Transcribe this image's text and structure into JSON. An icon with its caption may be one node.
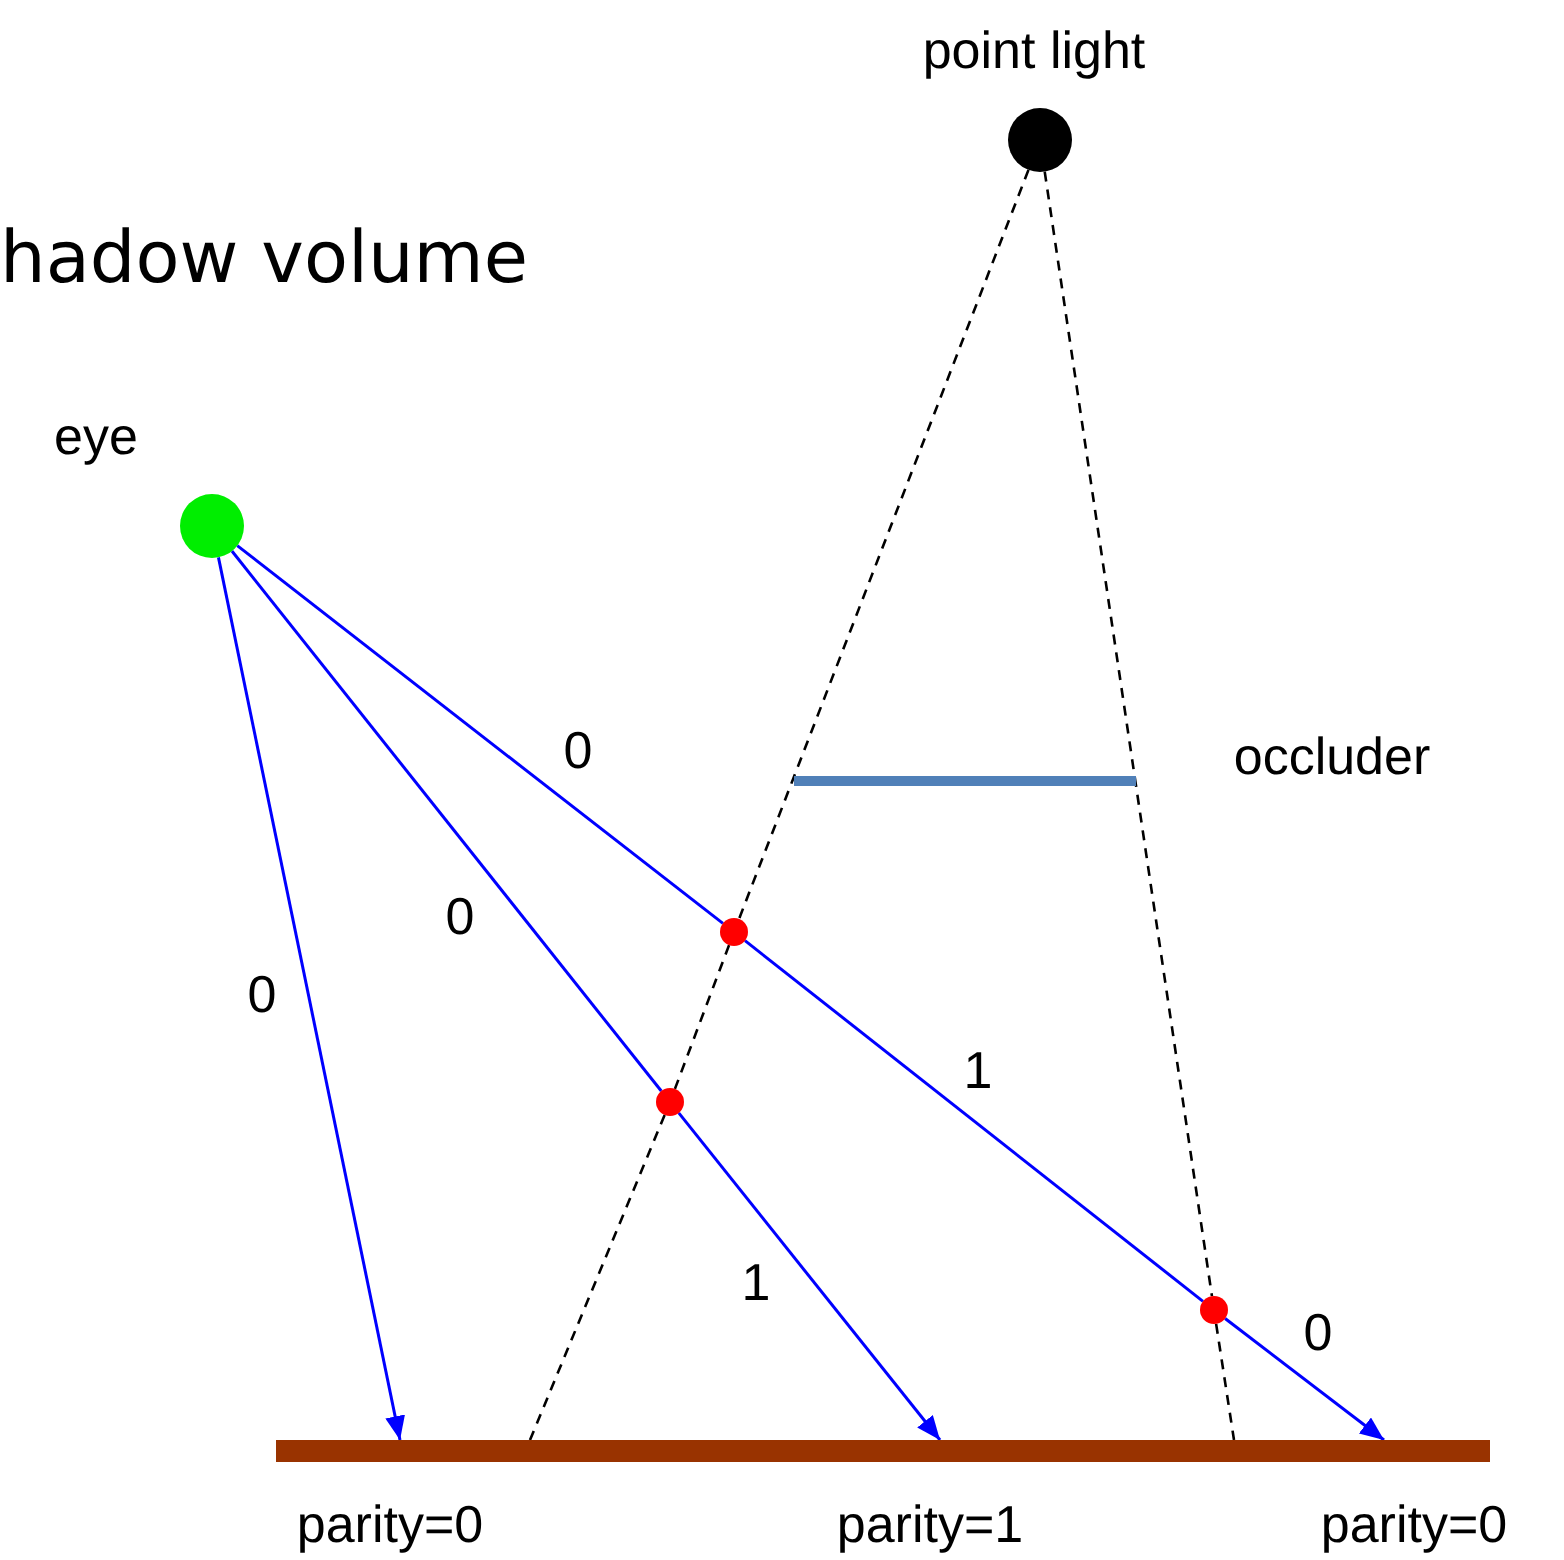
{
  "diagram": {
    "title": "hadow volume",
    "nodes": [
      {
        "text": [],
        "shape": "circle",
        "beside": [
          "point light"
        ]
      },
      {
        "text": [],
        "shape": "circle",
        "beside": [
          "eye"
        ]
      },
      {
        "text": [],
        "shape": "bar",
        "beside": [
          "occluder"
        ]
      },
      {
        "text": [],
        "shape": "circle"
      },
      {
        "text": [],
        "shape": "circle"
      },
      {
        "text": [],
        "shape": "circle"
      },
      {
        "text": [],
        "shape": "bar",
        "beside": [
          "parity=0",
          "parity=1",
          "parity=0"
        ]
      }
    ],
    "edges": [
      {
        "from": 1,
        "to": 6,
        "arrow": "to",
        "label": "0"
      },
      {
        "from": 1,
        "to": 4,
        "arrow": "none",
        "label": "0"
      },
      {
        "from": 4,
        "to": 6,
        "arrow": "to",
        "label": "1"
      },
      {
        "from": 1,
        "to": 3,
        "arrow": "none",
        "label": "0"
      },
      {
        "from": 3,
        "to": 5,
        "arrow": "none",
        "label": "1"
      },
      {
        "from": 5,
        "to": 6,
        "arrow": "to",
        "label": "0"
      },
      {
        "from": 0,
        "to": 3,
        "arrow": "none",
        "style": "dashed",
        "color": "#000000"
      },
      {
        "from": 3,
        "to": 4,
        "arrow": "none",
        "style": "dashed",
        "color": "#000000"
      },
      {
        "from": 4,
        "to": 6,
        "arrow": "none",
        "style": "dashed",
        "color": "#000000"
      },
      {
        "from": 0,
        "to": 5,
        "arrow": "none",
        "style": "dashed",
        "color": "#000000"
      },
      {
        "from": 5,
        "to": 6,
        "arrow": "none",
        "style": "dashed",
        "color": "#000000"
      }
    ]
  }
}
